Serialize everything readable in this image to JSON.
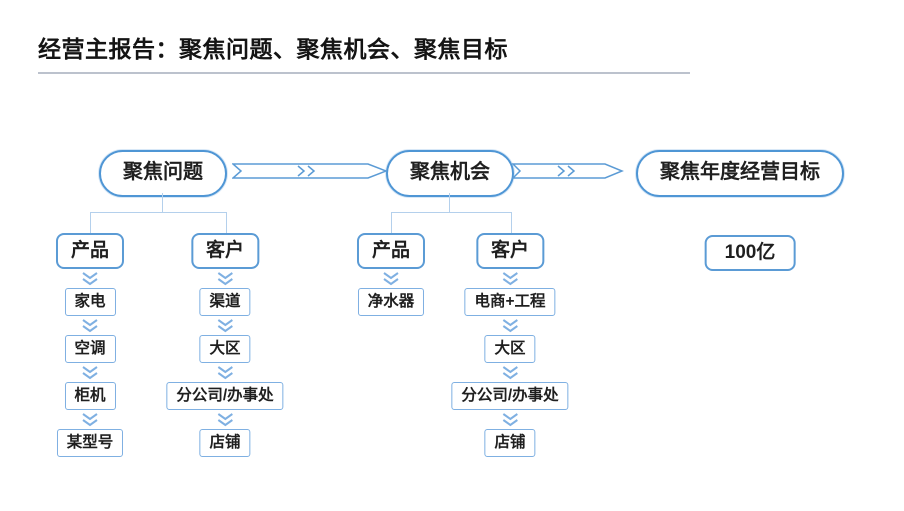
{
  "title": "经营主报告：聚焦问题、聚焦机会、聚焦目标",
  "colors": {
    "oval_border": "#4f96d5",
    "box_border": "#7fb0e2",
    "arrow": "#5b9bd5",
    "connector_line": "#b4d0ec",
    "text": "#1f1f1f"
  },
  "pipeline": {
    "problem": "聚焦问题",
    "opportunity": "聚焦机会",
    "target": "聚焦年度经营目标"
  },
  "groups": {
    "problem": {
      "product": {
        "header": "产品",
        "items": [
          "家电",
          "空调",
          "柜机",
          "某型号"
        ]
      },
      "customer": {
        "header": "客户",
        "items": [
          "渠道",
          "大区",
          "分公司/办事处",
          "店铺"
        ]
      }
    },
    "opportunity": {
      "product": {
        "header": "产品",
        "items": [
          "净水器"
        ]
      },
      "customer": {
        "header": "客户",
        "items": [
          "电商+工程",
          "大区",
          "分公司/办事处",
          "店铺"
        ]
      }
    },
    "target": {
      "value": "100亿"
    }
  }
}
